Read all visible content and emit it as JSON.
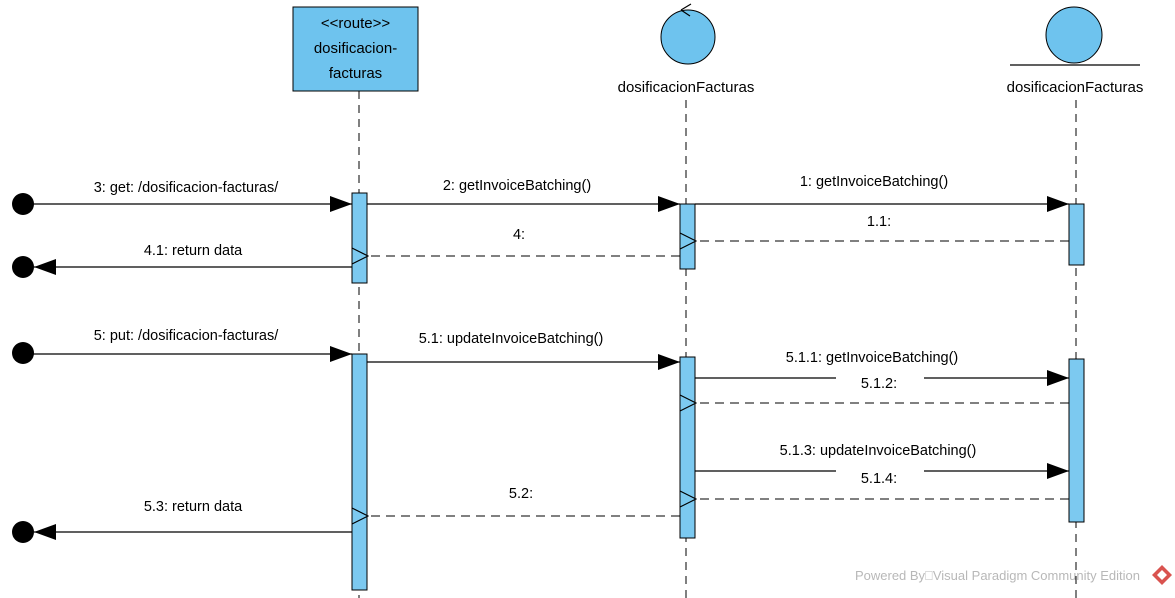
{
  "lifelines": {
    "route": {
      "stereotype": "<<route>>",
      "name_line1": "dosificacion-",
      "name_line2": "facturas"
    },
    "control": {
      "name": "dosificacionFacturas"
    },
    "entity": {
      "name": "dosificacionFacturas"
    }
  },
  "messages": {
    "m3": "3: get: /dosificacion-facturas/",
    "m41": "4.1: return data",
    "m2": "2: getInvoiceBatching()",
    "m4": "4:",
    "m1": "1: getInvoiceBatching()",
    "m11": "1.1:",
    "m5": "5: put: /dosificacion-facturas/",
    "m53": "5.3: return data",
    "m51": "5.1: updateInvoiceBatching()",
    "m52": "5.2:",
    "m511": "5.1.1: getInvoiceBatching()",
    "m512": "5.1.2:",
    "m513": "5.1.3: updateInvoiceBatching()",
    "m514": "5.1.4:"
  },
  "watermark": "Powered By⎕Visual Paradigm Community Edition",
  "colors": {
    "box_fill": "#6ec3ee",
    "activation_fill": "#7cc9f0",
    "stroke": "#000000",
    "watermark_logo": "#d9534f"
  }
}
